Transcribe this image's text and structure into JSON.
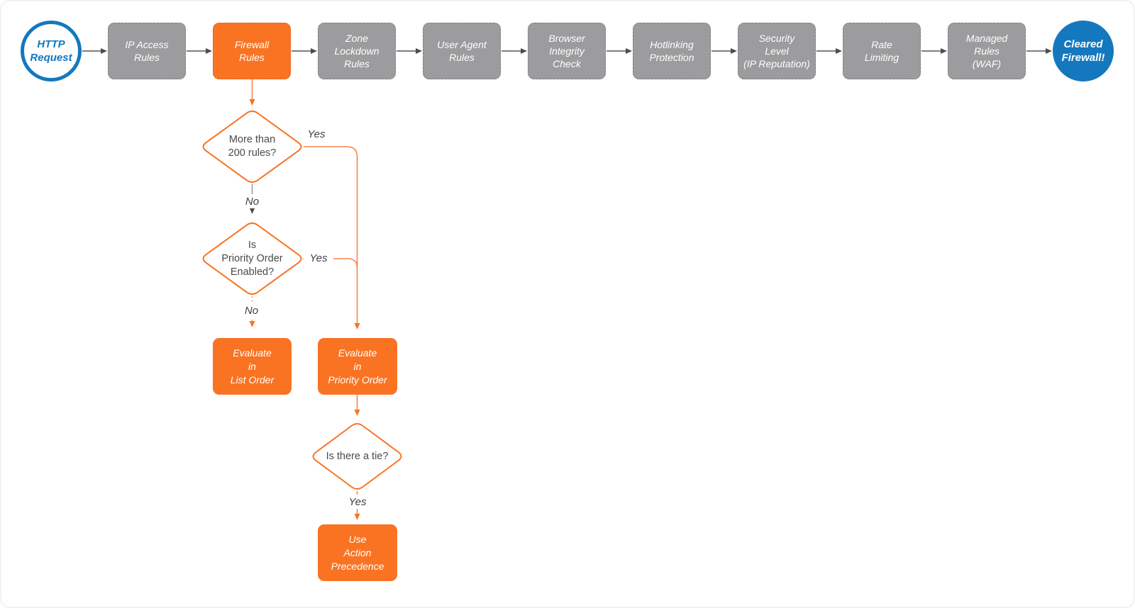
{
  "colors": {
    "accent_orange": "#F97323",
    "node_gray": "#9C9C9E",
    "brand_blue": "#1478BE",
    "connector_gray": "#545454"
  },
  "pipeline": {
    "start": {
      "label": "HTTP\nRequest"
    },
    "steps": [
      {
        "label": "IP Access\nRules",
        "highlight": false
      },
      {
        "label": "Firewall\nRules",
        "highlight": true
      },
      {
        "label": "Zone\nLockdown\nRules",
        "highlight": false
      },
      {
        "label": "User Agent\nRules",
        "highlight": false
      },
      {
        "label": "Browser\nIntegrity\nCheck",
        "highlight": false
      },
      {
        "label": "Hotlinking\nProtection",
        "highlight": false
      },
      {
        "label": "Security\nLevel\n(IP Reputation)",
        "highlight": false
      },
      {
        "label": "Rate\nLimiting",
        "highlight": false
      },
      {
        "label": "Managed\nRules\n(WAF)",
        "highlight": false
      }
    ],
    "end": {
      "label": "Cleared\nFirewall!"
    }
  },
  "branch": {
    "decision_rule_count": {
      "question": "More than\n200 rules?",
      "yes": "Yes",
      "no": "No"
    },
    "decision_priority_order": {
      "question": "Is\nPriority Order\nEnabled?",
      "yes": "Yes",
      "no": "No"
    },
    "decision_tie": {
      "question": "Is there a tie?",
      "yes": "Yes"
    },
    "action_list_order": {
      "label": "Evaluate\nin\nList Order"
    },
    "action_priority_order": {
      "label": "Evaluate\nin\nPriority Order"
    },
    "action_precedence": {
      "label": "Use\nAction\nPrecedence"
    }
  }
}
